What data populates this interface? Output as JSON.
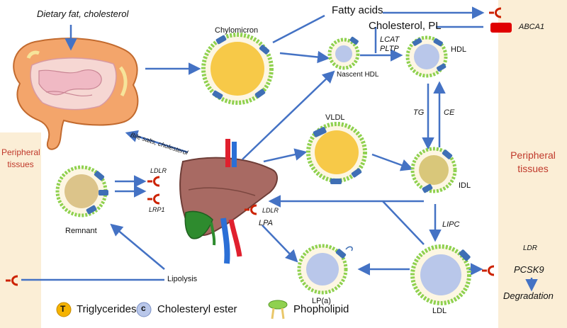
{
  "labels": {
    "dietary": "Dietary fat, cholesterol",
    "chylomicron": "Chylomicron",
    "fatty_acids": "Fatty acids",
    "cholesterol_pl": "Cholesterol, PL",
    "abca1": "ABCA1",
    "lcat": "LCAT",
    "pltp": "PLTP",
    "nascent_hdl": "Nascent HDL",
    "hdl": "HDL",
    "tg": "TG",
    "ce": "CE",
    "vldl": "VLDL",
    "idl": "IDL",
    "bile": "Bile salts, cholesterol",
    "peripheral_left": "Peripheral tissues",
    "peripheral_right": "Peripheral tissues",
    "ldlr_remnant": "LDLR",
    "lrp1": "LRP1",
    "remnant": "Remnant",
    "ldlr_liver": "LDLR",
    "lpa": "LPA",
    "lipc": "LIPC",
    "lpa_particle": "LP(a)",
    "ldl": "LDL",
    "lipolysis": "Lipolysis",
    "ldr": "LDR",
    "pcsk9": "PCSK9",
    "degradation": "Degradation"
  },
  "legend": {
    "triglycerides": "Triglycerides",
    "tg_symbol": "T",
    "cholesteryl_ester": "Cholesteryl ester",
    "ce_symbol": "c",
    "phospholipid": "Phopholipid"
  },
  "colors": {
    "arrow": "#4472c4",
    "panel": "#fbeed6",
    "membrane": "#8fd14f",
    "triglyceride": "#f5b301",
    "cholesteryl_ester": "#b9c7ea",
    "apoprotein": "#3f6fb5",
    "receptor": "#cc2200",
    "liver": "#a86a63",
    "gallbladder": "#2e8b2e",
    "artery": "#e0202e",
    "vein": "#2b6fd6",
    "peripheral_text": "#c0392b"
  }
}
